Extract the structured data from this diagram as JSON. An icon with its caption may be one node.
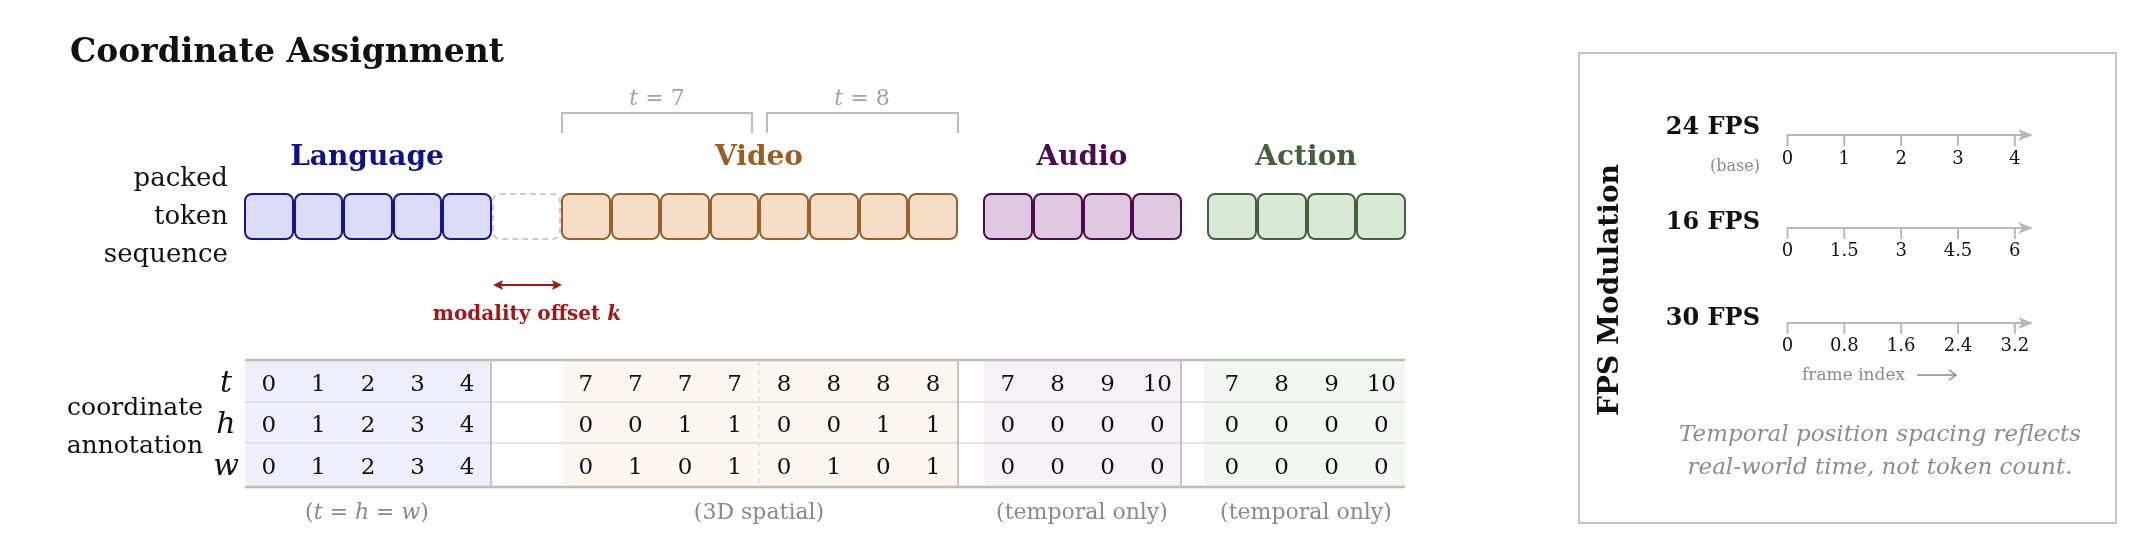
{
  "diagram": {
    "title": "Coordinate Assignment",
    "nodes": [
      {
        "text": [],
        "shape": "box"
      },
      {
        "text": [],
        "shape": "box"
      },
      {
        "text": [],
        "shape": "box"
      },
      {
        "text": [],
        "shape": "box"
      },
      {
        "text": [],
        "shape": "box"
      },
      {
        "text": [],
        "shape": "box"
      },
      {
        "text": [],
        "shape": "box"
      },
      {
        "text": [],
        "shape": "box"
      },
      {
        "text": [],
        "shape": "box"
      },
      {
        "text": [],
        "shape": "box"
      },
      {
        "text": [],
        "shape": "box"
      },
      {
        "text": [],
        "shape": "box"
      },
      {
        "text": [],
        "shape": "box"
      },
      {
        "text": [],
        "shape": "box"
      },
      {
        "text": [],
        "shape": "box"
      },
      {
        "text": [],
        "shape": "box"
      },
      {
        "text": [],
        "shape": "box"
      },
      {
        "text": [],
        "shape": "box"
      },
      {
        "text": [],
        "shape": "box"
      },
      {
        "text": [],
        "shape": "box"
      },
      {
        "text": [],
        "shape": "box"
      },
      {
        "text": [],
        "shape": "box"
      },
      {
        "text": [
          "FPS Modulation",
          "Temporal position spacing reflects real-world time, not token count."
        ]
      }
    ],
    "labels": [
      "*t* = 7",
      "*t* = 8",
      "Language",
      "Video",
      "Audio",
      "Action",
      "packed token sequence",
      "modality offset *k*",
      "coordinate annotation",
      "t",
      "0",
      "1",
      "2",
      "3",
      "4",
      "7",
      "7",
      "7",
      "7",
      "8",
      "8",
      "8",
      "8",
      "7",
      "8",
      "9",
      "10",
      "7",
      "8",
      "9",
      "10",
      "h",
      "0",
      "1",
      "2",
      "3",
      "4",
      "0",
      "0",
      "1",
      "1",
      "0",
      "0",
      "1",
      "1",
      "0",
      "0",
      "0",
      "0",
      "0",
      "0",
      "0",
      "0",
      "w",
      "0",
      "1",
      "2",
      "3",
      "4",
      "0",
      "1",
      "0",
      "1",
      "0",
      "1",
      "0",
      "1",
      "0",
      "0",
      "0",
      "0",
      "0",
      "0",
      "0",
      "0",
      "(*t* = *h* = *w*)",
      "(3D spatial)",
      "(temporal only)",
      "(temporal only)",
      "24 FPS",
      "(base)",
      "0",
      "1",
      "2",
      "3",
      "4",
      "16 FPS",
      "0",
      "1.5",
      "3",
      "4.5",
      "6",
      "30 FPS",
      "0",
      "0.8",
      "1.6",
      "2.4",
      "3.2",
      "frame index"
    ]
  }
}
